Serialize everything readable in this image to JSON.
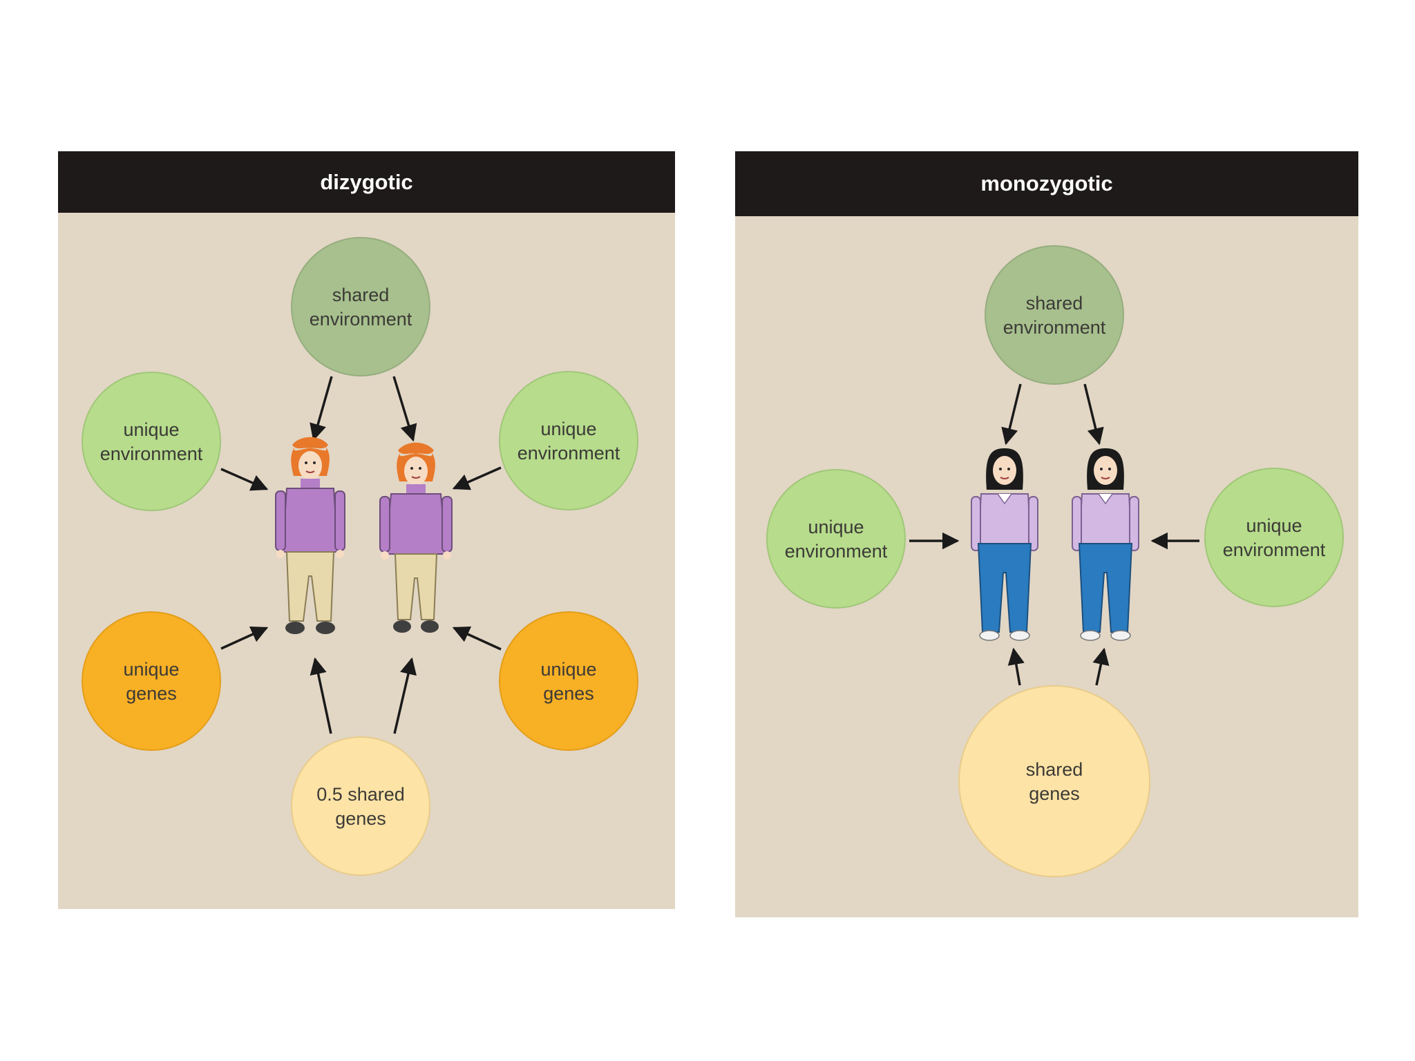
{
  "colors": {
    "panel_bg": "#e2d6c5",
    "header_bg": "#1e1a19",
    "shared_environment": "#a7c08e",
    "unique_environment": "#b6dc8c",
    "unique_genes": "#f8b025",
    "shared_genes": "#fde3a6",
    "arrow": "#1a1a1a"
  },
  "dizygotic": {
    "title": "dizygotic",
    "shared_environment": {
      "line1": "shared",
      "line2": "environment"
    },
    "unique_environment_left": {
      "line1": "unique",
      "line2": "environment"
    },
    "unique_environment_right": {
      "line1": "unique",
      "line2": "environment"
    },
    "unique_genes_left": {
      "line1": "unique",
      "line2": "genes"
    },
    "unique_genes_right": {
      "line1": "unique",
      "line2": "genes"
    },
    "shared_genes": {
      "line1": "0.5 shared",
      "line2": "genes"
    },
    "twins_icon": "red-haired-girl-figure-icon"
  },
  "monozygotic": {
    "title": "monozygotic",
    "shared_environment": {
      "line1": "shared",
      "line2": "environment"
    },
    "unique_environment_left": {
      "line1": "unique",
      "line2": "environment"
    },
    "unique_environment_right": {
      "line1": "unique",
      "line2": "environment"
    },
    "shared_genes": {
      "line1": "shared",
      "line2": "genes"
    },
    "twins_icon": "dark-haired-girl-figure-icon"
  }
}
